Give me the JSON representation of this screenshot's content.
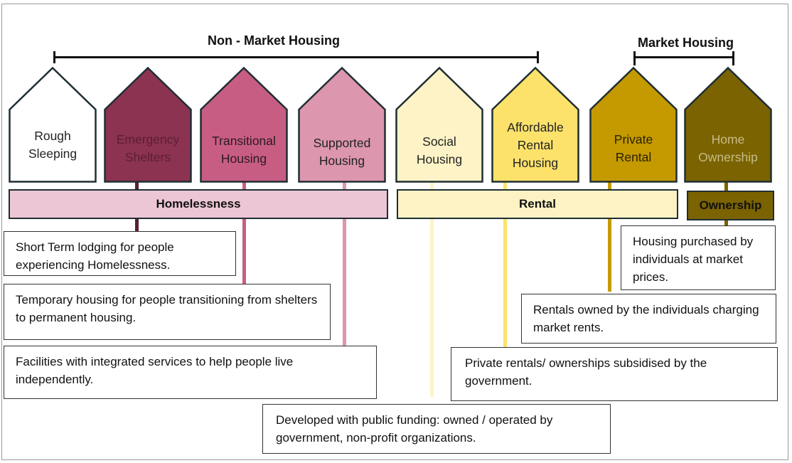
{
  "headers": {
    "non_market": "Non - Market Housing",
    "market": "Market Housing"
  },
  "houses": [
    {
      "id": "rough-sleeping",
      "lines": [
        "Rough",
        "Sleeping"
      ],
      "color": "#ffffff",
      "text_color": "#222222"
    },
    {
      "id": "emergency-shelters",
      "lines": [
        "Emergency",
        "Shelters"
      ],
      "color": "#8c3351",
      "text_color": "#5a1f33"
    },
    {
      "id": "transitional-housing",
      "lines": [
        "Transitional",
        "Housing"
      ],
      "color": "#c85d83",
      "text_color": "#2a1a20"
    },
    {
      "id": "supported-housing",
      "lines": [
        "Supported",
        "Housing"
      ],
      "color": "#dc96ad",
      "text_color": "#222222"
    },
    {
      "id": "social-housing",
      "lines": [
        "Social",
        "Housing"
      ],
      "color": "#fdf3c6",
      "text_color": "#222222"
    },
    {
      "id": "affordable-rental-housing",
      "lines": [
        "Affordable",
        "Rental",
        "Housing"
      ],
      "color": "#fce26b",
      "text_color": "#222222"
    },
    {
      "id": "private-rental",
      "lines": [
        "Private",
        "Rental"
      ],
      "color": "#c49a00",
      "text_color": "#2a2100"
    },
    {
      "id": "home-ownership",
      "lines": [
        "Home",
        "Ownership"
      ],
      "color": "#7a6300",
      "text_color": "#c9bb85"
    }
  ],
  "groups": {
    "homelessness": {
      "label": "Homelessness",
      "color": "#ecc6d5"
    },
    "rental": {
      "label": "Rental",
      "color": "#fcf2c4"
    },
    "ownership": {
      "label": "Ownership",
      "color": "#7a6300"
    }
  },
  "descriptions": {
    "emergency": "Short Term lodging for people experiencing Homelessness.",
    "transitional": "Temporary housing for people transitioning from shelters to permanent housing.",
    "supported": "Facilities with integrated services to help people live independently.",
    "social": "Developed with public funding: owned / operated by government, non-profit organizations.",
    "affordable": "Private rentals/ ownerships subsidised by the government.",
    "private": "Rentals owned by the individuals charging market rents.",
    "ownership": "Housing purchased by individuals at market prices."
  }
}
